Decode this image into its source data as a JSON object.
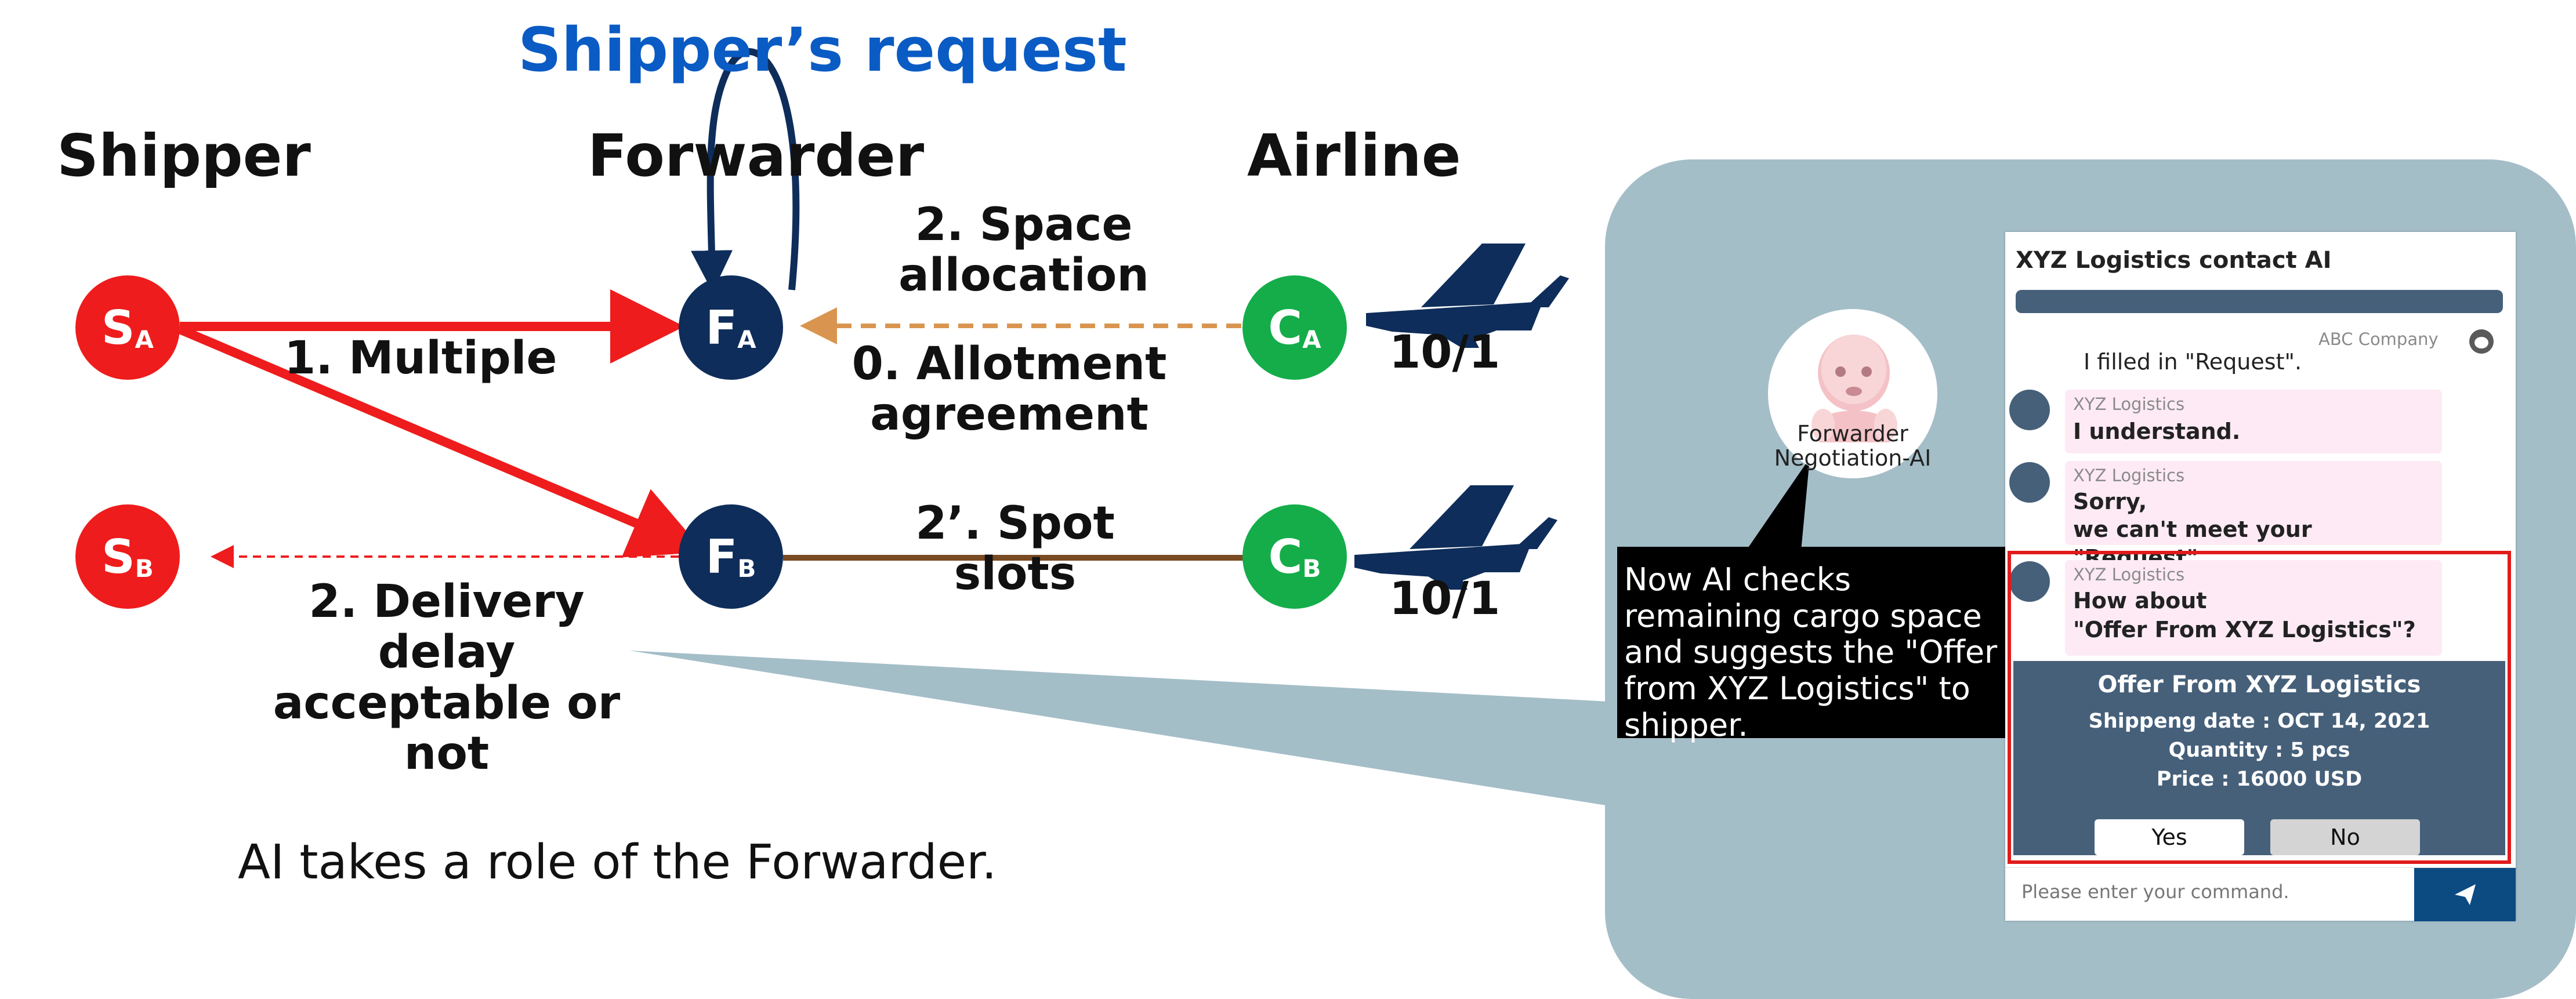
{
  "title": "Shipper’s request",
  "columns": {
    "shipper": "Shipper",
    "forwarder": "Forwarder",
    "airline": "Airline"
  },
  "nodes": {
    "sa": {
      "main": "S",
      "sub": "A"
    },
    "sb": {
      "main": "S",
      "sub": "B"
    },
    "fa": {
      "main": "F",
      "sub": "A"
    },
    "fb": {
      "main": "F",
      "sub": "B"
    },
    "ca": {
      "main": "C",
      "sub": "A"
    },
    "cb": {
      "main": "C",
      "sub": "B"
    }
  },
  "labels": {
    "multiple": "1. Multiple",
    "space_allocation_1": "2. Space",
    "space_allocation_2": "allocation",
    "allotment_1": "0. Allotment",
    "allotment_2": "agreement",
    "spot_slots": "2’. Spot slots",
    "delivery_1": "2. Delivery",
    "delivery_2": "delay",
    "delivery_3": "acceptable or",
    "delivery_4": "not",
    "date_a": "10/1",
    "date_b": "10/1"
  },
  "caption": "AI takes a role of the Forwarder.",
  "negotiation": {
    "line1": "Forwarder",
    "line2": "Negotiation-AI"
  },
  "callout": "Now AI checks remaining cargo space and suggests the \"Offer from XYZ Logistics\" to shipper.",
  "chat": {
    "title": "XYZ Logistics contact AI",
    "messages": [
      {
        "sender": "ABC Company",
        "text": "I filled in \"Request\"."
      },
      {
        "sender": "XYZ Logistics",
        "text": "I understand."
      },
      {
        "sender": "XYZ Logistics",
        "text_1": "Sorry,",
        "text_2": "we can't meet your \"Request\"."
      },
      {
        "sender": "XYZ Logistics",
        "text_1": "How about",
        "text_2": "\"Offer From XYZ Logistics\"?"
      }
    ],
    "offer": {
      "title": "Offer From XYZ Logistics",
      "date": "Shippeng date : OCT 14, 2021",
      "quantity": "Quantity :  5 pcs",
      "price": "Price :  16000 USD",
      "yes": "Yes",
      "no": "No"
    },
    "input_placeholder": "Please enter your command."
  },
  "colors": {
    "shipper_red": "#ee1c1c",
    "forwarder_navy": "#0e2d5a",
    "airline_green": "#14ad4a",
    "title_blue": "#0a5bc4",
    "allotment_orange": "#d9954f",
    "spot_brown": "#7a4a22",
    "panel_blue_gray": "#a4bec8"
  }
}
